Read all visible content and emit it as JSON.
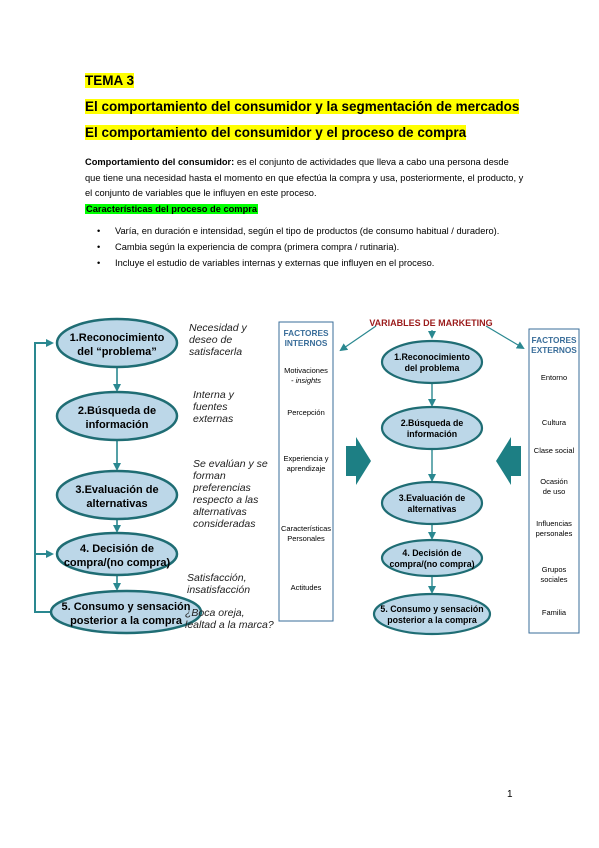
{
  "headings": {
    "tema": "TEMA 3",
    "title": "El comportamiento del consumidor y la segmentación de mercados",
    "subtitle": "El comportamiento del consumidor y el proceso de compra"
  },
  "definition": {
    "term": "Comportamiento del consumidor:",
    "text": " es el conjunto de actividades que lleva a cabo una persona desde que tiene una necesidad hasta el momento en que efectúa la compra y usa, posteriormente, el producto, y el conjunto de variables que le influyen en este proceso."
  },
  "characteristics": {
    "heading": "Características del proceso de compra",
    "items": [
      "Varía, en duración e intensidad, según el tipo de productos (de consumo habitual / duradero).",
      "Cambia según la experiencia de compra (primera compra / rutinaria).",
      "Incluye el estudio de variables internas y externas que influyen en el proceso."
    ]
  },
  "left_process": {
    "steps": [
      [
        "1.Reconocimiento",
        "del “problema”"
      ],
      [
        "2.Búsqueda de",
        "información"
      ],
      [
        "3.Evaluación de",
        "alternativas"
      ],
      [
        "4. Decisión de",
        "compra/(no compra)"
      ],
      [
        "5. Consumo y sensación",
        "posterior a la compra"
      ]
    ],
    "notes": [
      [
        "Necesidad y",
        "deseo de",
        "satisfacerla"
      ],
      [
        "Interna y",
        "fuentes",
        "externas"
      ],
      [
        "Se evalúan y se",
        "forman",
        "preferencias",
        "respecto a las",
        "alternativas",
        "consideradas"
      ],
      [
        "Satisfacción,",
        "insatisfacción"
      ],
      [
        "¿Boca oreja,",
        "lealtad a la marca?"
      ]
    ]
  },
  "internal_factors": {
    "title": [
      "FACTORES",
      "INTERNOS"
    ],
    "items": [
      [
        "Motivaciones",
        "- insights"
      ],
      [
        "Percepción"
      ],
      [
        "Experiencia y",
        "aprendizaje"
      ],
      [
        "Características",
        "Personales"
      ],
      [
        "Actitudes"
      ]
    ]
  },
  "marketing_label": "VARIABLES DE MARKETING",
  "right_process": {
    "steps": [
      [
        "1.Reconocimiento",
        "del problema"
      ],
      [
        "2.Búsqueda de",
        "información"
      ],
      [
        "3.Evaluación de",
        "alternativas"
      ],
      [
        "4. Decisión de",
        "compra/(no compra)"
      ],
      [
        "5. Consumo y sensación",
        "posterior a la compra"
      ]
    ]
  },
  "external_factors": {
    "title": [
      "FACTORES",
      "EXTERNOS"
    ],
    "items": [
      [
        "Entorno"
      ],
      [
        "Cultura"
      ],
      [
        "Clase social"
      ],
      [
        "Ocasión",
        "de uso"
      ],
      [
        "Influencias",
        "personales"
      ],
      [
        "Grupos",
        "sociales"
      ],
      [
        "Familia"
      ]
    ]
  },
  "page_number": "1",
  "colors": {
    "oval_fill": "#bcd7e8",
    "oval_stroke": "#1f6d74",
    "arrow": "#2a8890",
    "box_stroke": "#3a6e9a",
    "big_arrow": "#1d7f84"
  }
}
